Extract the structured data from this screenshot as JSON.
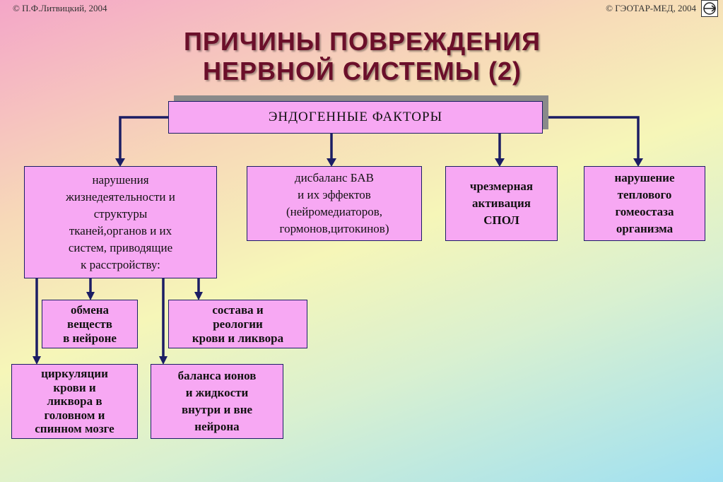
{
  "header": {
    "copyright_left": "© П.Ф.Литвицкий, 2004",
    "copyright_right": "© ГЭОТАР-МЕД, 2004"
  },
  "title": {
    "line1": "ПРИЧИНЫ  ПОВРЕЖДЕНИЯ",
    "line2": "НЕРВНОЙ  СИСТЕМЫ (2)"
  },
  "root": {
    "label": "ЭНДОГЕННЫЕ  ФАКТОРЫ"
  },
  "categories": {
    "c1": [
      "нарушения",
      "жизнедеятельности и",
      "структуры",
      "тканей,органов и их",
      "систем, приводящие",
      "к расстройству:"
    ],
    "c2": [
      "дисбаланс БАВ",
      "и их эффектов",
      "(нейромедиаторов,",
      "гормонов,цитокинов)"
    ],
    "c3": [
      "чрезмерная",
      "активация",
      "СПОЛ"
    ],
    "c4": [
      "нарушение",
      "теплового",
      "гомеостаза",
      "организма"
    ]
  },
  "subitems": {
    "s1": [
      "обмена",
      "веществ",
      "в нейроне"
    ],
    "s2": [
      "состава и",
      "реологии",
      "крови и ликвора"
    ],
    "s3": [
      "циркуляции",
      "крови и",
      "ликвора в",
      "головном и",
      "спинном мозге"
    ],
    "s4": [
      "баланса ионов",
      "и жидкости",
      "внутри и вне",
      "нейрона"
    ]
  },
  "colors": {
    "box_fill": "#f7a8f3",
    "line": "#1b1d64",
    "title": "#6b0f2a"
  },
  "icons": {
    "logo": "circular-arrow-logo-icon"
  }
}
